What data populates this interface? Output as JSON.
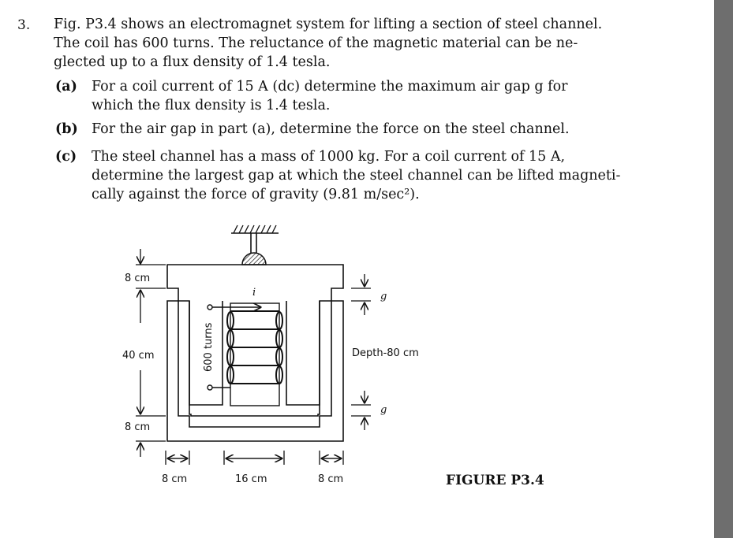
{
  "problem": {
    "number": "3.",
    "intro_lines": [
      "Fig. P3.4 shows an electromagnet system for lifting a section of steel channel.",
      "The coil has 600 turns. The reluctance of the magnetic material can be ne-",
      "glected up to a flux density of 1.4 tesla."
    ],
    "parts": [
      {
        "label": "(a)",
        "lines": [
          "For a coil current of 15 A (dc) determine the maximum air gap g for",
          "which the flux density is 1.4 tesla."
        ]
      },
      {
        "label": "(b)",
        "lines": [
          "For the air gap in part (a), determine the force on the steel channel."
        ]
      },
      {
        "label": "(c)",
        "lines": [
          "The steel channel has a mass of 1000 kg. For a coil current of 15 A,",
          "determine the largest gap at which the steel channel can be lifted magneti-",
          "cally against the force of gravity (9.81 m/sec²)."
        ]
      }
    ]
  },
  "figure": {
    "caption": "FIGURE P3.4",
    "labels": {
      "top_thickness": "8 cm",
      "height": "40 cm",
      "bottom_thickness": "8 cm",
      "left_leg": "8 cm",
      "center_width": "16 cm",
      "right_leg": "8 cm",
      "depth": "Depth-80 cm",
      "gap_top": "g",
      "gap_bottom": "g",
      "current": "i",
      "turns": "600 turns"
    }
  }
}
